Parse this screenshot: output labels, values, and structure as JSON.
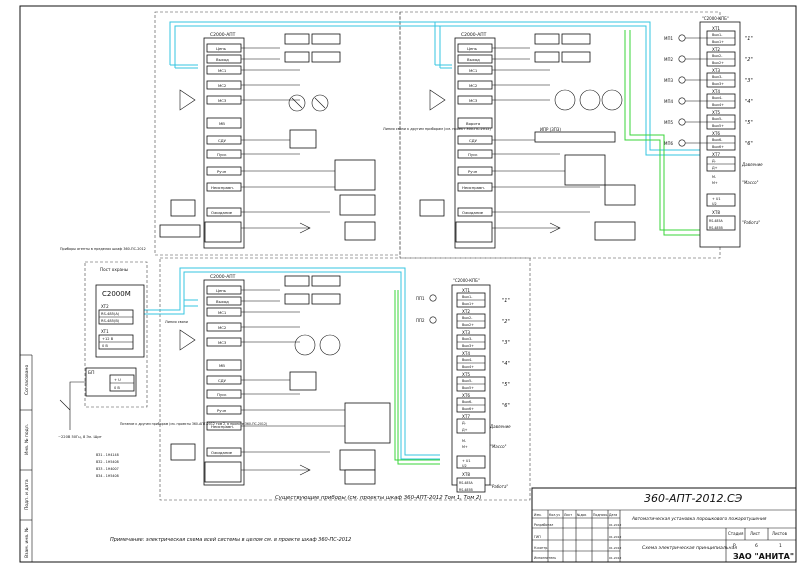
{
  "top_left_panel": {
    "panel_title": "С2000-АПТ",
    "modules": [
      "Цепь",
      "Выход",
      "МС1",
      "МС2",
      "МС3",
      "МВ",
      "СДУ",
      "Пуск",
      "Ручн",
      "Неисправн.",
      "Ожидание"
    ]
  },
  "top_right_panel": {
    "panel_title": "С2000-АПТ",
    "modules": [
      "Цепь",
      "Выход",
      "МС1",
      "МС2",
      "МС3",
      "Ворота",
      "СДУ",
      "Пуск",
      "Ручн",
      "Неисправн.",
      "Ожидание"
    ],
    "ipr_label": "ИПР (3П3)"
  },
  "bottom_left_panel": {
    "panel_title": "С2000-АПТ",
    "modules": [
      "Цепь",
      "Выход",
      "МС1",
      "МС2",
      "МС3",
      "МВ",
      "СДУ",
      "Пуск",
      "Ручн",
      "Неисправн.",
      "Ожидание"
    ]
  },
  "ktv_top": {
    "title": "\"С2000-КПБ\"",
    "terminals": [
      "ХТ1",
      "ХТ2",
      "ХТ3",
      "ХТ4",
      "ХТ5",
      "ХТ6",
      "ХТ7",
      "ХТ8"
    ],
    "outputs": [
      "\"1\"",
      "\"2\"",
      "\"3\"",
      "\"4\"",
      "\"5\"",
      "\"6\""
    ],
    "pp_labels": [
      "МП1",
      "МП2",
      "МП3",
      "МП4",
      "МП5",
      "МП6"
    ],
    "rows": [
      "Вых1-",
      "Вых1+",
      "Вых2-",
      "Вых2+",
      "Вых3-",
      "Вых3+",
      "Вых4-",
      "Вых4+",
      "Вых5-",
      "Вых5+",
      "Вых6-",
      "Вых6+",
      "Д-",
      "Д+",
      "М-",
      "М+",
      "+ U1",
      "U2",
      "RS-485A",
      "RS-485B"
    ],
    "notes": [
      "Давление",
      "\"Массо\"",
      "\"Работа\""
    ]
  },
  "ktv_bottom": {
    "title": "\"С2000-КПБ\"",
    "terminals": [
      "ХТ1",
      "ХТ2",
      "ХТ3",
      "ХТ4",
      "ХТ5",
      "ХТ6",
      "ХТ7",
      "ХТ8"
    ],
    "outputs": [
      "\"1\"",
      "\"2\"",
      "\"3\"",
      "\"4\"",
      "\"5\"",
      "\"6\""
    ],
    "pp_labels": [
      "ПП1",
      "ПП2"
    ],
    "notes": [
      "Давление",
      "\"Массо\"",
      "\"Работа\""
    ]
  },
  "c2000m": {
    "block_title": "Пост охраны",
    "device": "С2000М",
    "xt2": "XT2",
    "rs485a": "RS-485(A)",
    "rs485b": "RS-485(B)",
    "xt1": "XT1",
    "v12": "+12 В",
    "v0": "0 В",
    "bp": "БП",
    "bp_plus": "+ U",
    "bp_zero": "0 В",
    "power_note": "~220В 50Гц, 8 Эл. Щит",
    "interface_note": "Приборы агенты в пределах шкаф 360-ПС-2012"
  },
  "labels": {
    "line_to_other_top": "Линия связи к другим приборам (см. проект 360-ПС-2012)",
    "line_to_other_bottom": "Линия связи",
    "power_bottom": "Питание к другим приборам (см. проекты 360-АПТ-2012 том 2, в проекте 360-ПС-2012)",
    "existing_devices": "Существующие приборы (см. проекты шкаф 360-АПТ-2012 Том 1, Том 2)",
    "note": "Примечание: электрическая схема всей системы в целом см. в проекте шкаф 360-ПС-2012",
    "cable_legend": [
      "ВЗ1 - 1Н4148",
      "ВЗ2 - 1Н5408",
      "ВЗ3 - 1Н4007",
      "ВЗ4 - 1Н5408"
    ]
  },
  "title_block": {
    "doc_code": "360-АПТ-2012.СЭ",
    "object_line": "Автоматическая установка порошкового пожаротушения",
    "schema_name": "Схема электрическая принципиальная",
    "org": "ЗАО \"АНИТА\"",
    "stage_h": "Стадия",
    "sheet_h": "Лист",
    "sheets_h": "Листов",
    "stage": "Р",
    "sheet": "6",
    "sheets": "1",
    "col_headers": [
      "Изм.",
      "Кол.уч",
      "Лист",
      "№док",
      "Подпись",
      "Дата"
    ],
    "roles": [
      "Разработал",
      "ГИП",
      "Н.контр.",
      "Исполнитель"
    ],
    "dates": [
      "01.2012",
      "01.2012",
      "01.2012",
      "01.2012"
    ],
    "side_labels": [
      "Согласовано",
      "Инв. № подл.",
      "Подп. и дата",
      "Взам. инв. №"
    ]
  }
}
